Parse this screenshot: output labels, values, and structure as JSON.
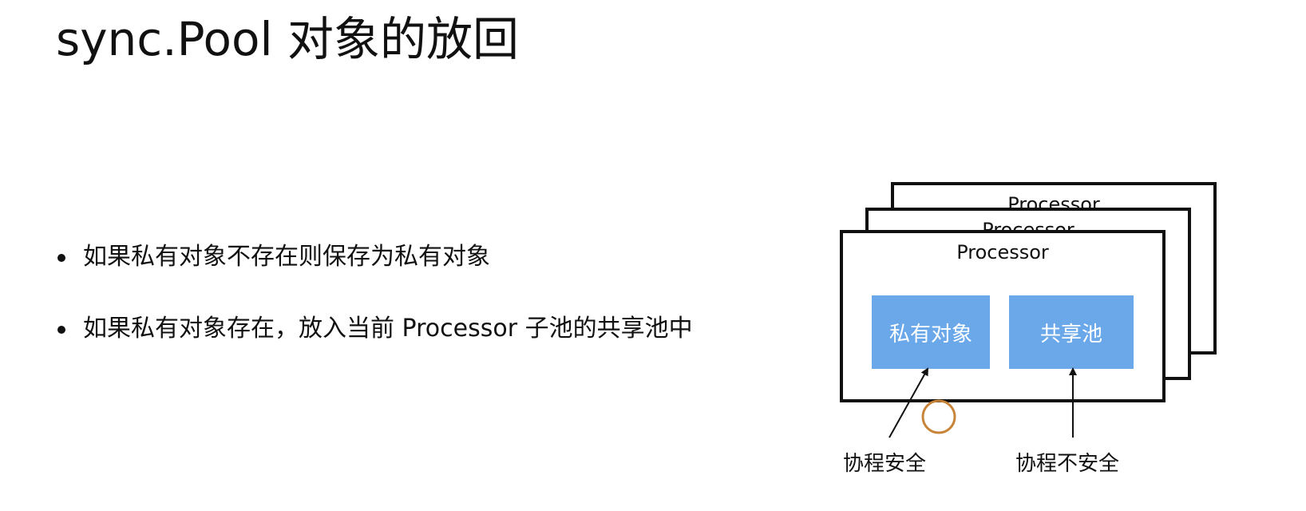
{
  "title": "sync.Pool 对象的放回",
  "bullets": [
    "如果私有对象不存在则保存为私有对象",
    "如果私有对象存在，放入当前 Processor 子池的共享池中"
  ],
  "diagram": {
    "processor_labels": [
      "Processor",
      "Processor",
      "Processor"
    ],
    "private_block": "私有对象",
    "shared_block": "共享池",
    "private_caption": "协程安全",
    "shared_caption": "协程不安全",
    "block_color": "#6aa8ea",
    "highlight_color": "#c8853a"
  }
}
